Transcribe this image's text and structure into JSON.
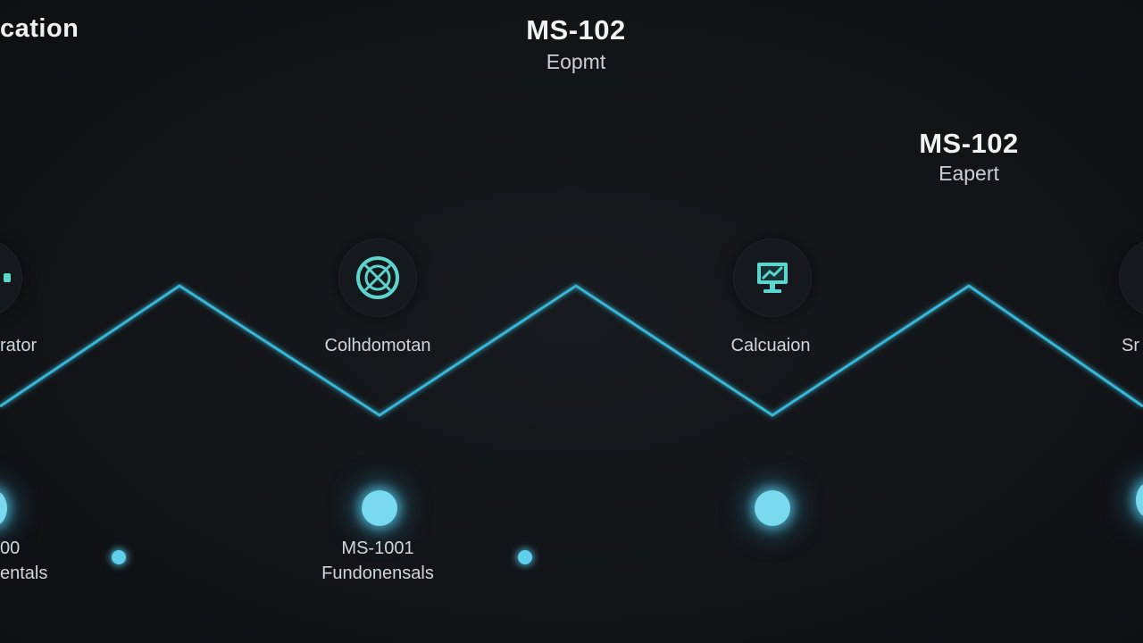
{
  "top_left_partial_title": "cation",
  "center_node": {
    "title": "MS-102",
    "subtitle": "Eopmt"
  },
  "right_node": {
    "title": "MS-102",
    "subtitle": "Eapert"
  },
  "mid_labels": {
    "left_partial": "rator",
    "collaboration": "Colhdomotan",
    "calculation": "Calcuaion",
    "right_partial": "Sr"
  },
  "bottom_left_partial": {
    "code": "00",
    "name": "entals"
  },
  "bottom_node": {
    "code": "MS-1001",
    "name": "Fundonensals"
  },
  "icons": [
    "compass-icon",
    "monitor-icon"
  ],
  "colors": {
    "background": "#121417",
    "accent": "#3fbfdc",
    "glow": "#79d9ee"
  }
}
